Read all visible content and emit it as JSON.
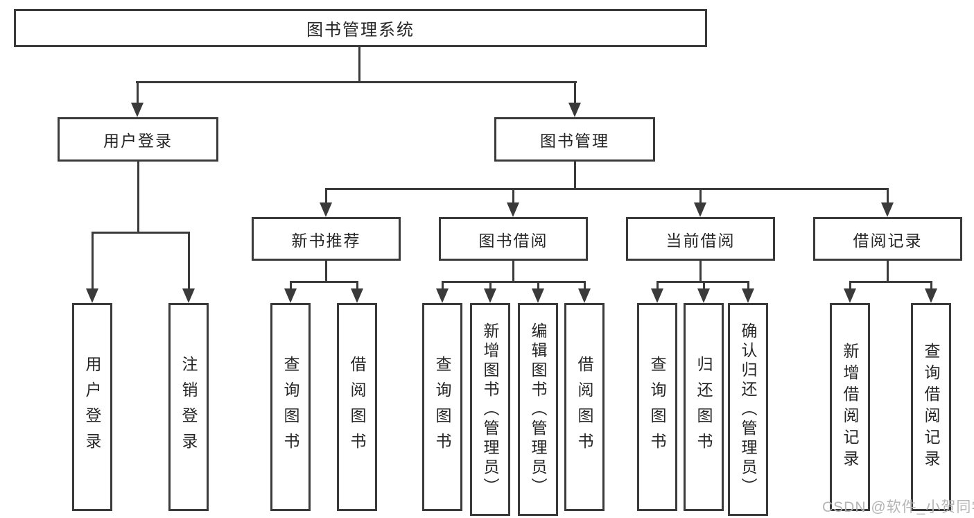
{
  "tree": {
    "title": "图书管理系统",
    "branches": [
      {
        "label": "用户登录",
        "children": [
          {
            "label": "用户登录"
          },
          {
            "label": "注销登录"
          }
        ]
      },
      {
        "label": "图书管理",
        "children": [
          {
            "label": "新书推荐",
            "children": [
              {
                "label": "查询图书"
              },
              {
                "label": "借阅图书"
              }
            ]
          },
          {
            "label": "图书借阅",
            "children": [
              {
                "label": "查询图书"
              },
              {
                "label": "新增图书（管理员）"
              },
              {
                "label": "编辑图书（管理员）"
              },
              {
                "label": "借阅图书"
              }
            ]
          },
          {
            "label": "当前借阅",
            "children": [
              {
                "label": "查询图书"
              },
              {
                "label": "归还图书"
              },
              {
                "label": "确认归还（管理员）"
              }
            ]
          },
          {
            "label": "借阅记录",
            "children": [
              {
                "label": "新增借阅记录"
              },
              {
                "label": "查询借阅记录"
              }
            ]
          }
        ]
      }
    ]
  },
  "watermark": "CSDN @软件_小贺同学",
  "colors": {
    "line": "#3a3a3a",
    "text": "#262626",
    "box_background": "#ffffff",
    "page_background": "#ffffff",
    "watermark": "#b5b5b5"
  }
}
